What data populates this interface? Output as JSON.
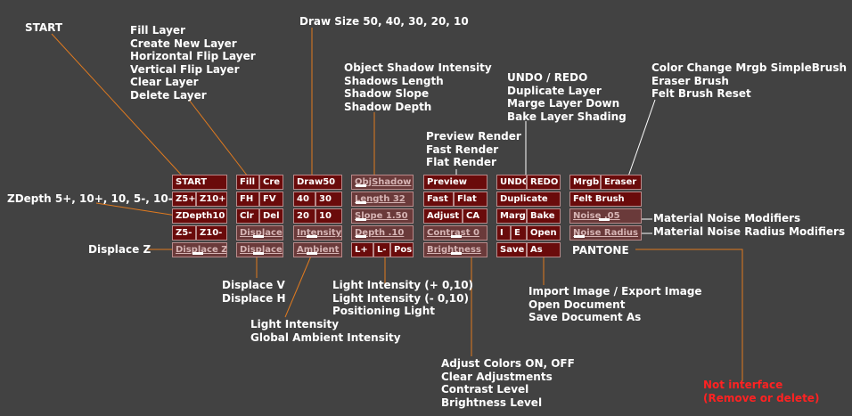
{
  "annotations": {
    "start": "START",
    "layers": [
      "Fill Layer",
      "Create New Layer",
      "Horizontal Flip Layer",
      "Vertical Flip Layer",
      "Clear Layer",
      "Delete Layer"
    ],
    "draw_size": "Draw Size 50, 40, 30, 20, 10",
    "shadow": [
      "Object Shadow Intensity",
      "Shadows Length",
      "Shadow Slope",
      "Shadow Depth"
    ],
    "undo": [
      "UNDO / REDO",
      "Duplicate Layer",
      "Marge Layer Down",
      "Bake Layer Shading"
    ],
    "color": [
      "Color Change Mrgb SimpleBrush",
      "Eraser Brush",
      "Felt Brush Reset"
    ],
    "render": [
      "Preview Render",
      "Fast Render",
      "Flat Render"
    ],
    "zdepth": "ZDepth 5+, 10+, 10, 5-, 10-",
    "displace_z": "Displace Z",
    "noise": [
      "Material Noise Modifiers",
      "Material Noise Radius Modifiers"
    ],
    "displace_vh": [
      "Displace V",
      "Displace H"
    ],
    "light_int": [
      "Light Intensity (+ 0,10)",
      "Light Intensity (- 0,10)",
      "Positioning Light"
    ],
    "ambient": [
      "Light Intensity",
      "Global Ambient Intensity"
    ],
    "import": [
      "Import Image / Export Image",
      "Open Document",
      "Save Document As"
    ],
    "adjust": [
      "Adjust Colors ON, OFF",
      "Clear Adjustments",
      "Contrast Level",
      "Brightness Level"
    ],
    "not_interface": [
      "Not interface",
      "(Remove or delete)"
    ]
  },
  "panel": {
    "start": "START",
    "z5p": "Z5+",
    "z10p": "Z10+",
    "zdepth": "ZDepth10",
    "z5m": "Z5-",
    "z10m": "Z10-",
    "displace_z": "Displace Z",
    "fill": "Fill",
    "cre": "Cre",
    "fh": "FH",
    "fv": "FV",
    "clr": "Clr",
    "del": "Del",
    "displace_v": "Displace",
    "displace_h": "Displace",
    "draw50": "Draw50",
    "d40": "40",
    "d30": "30",
    "d20": "20",
    "d10": "10",
    "intensity": "Intensity",
    "ambient": "Ambient",
    "objshadow": "ObjShadow",
    "length": "Length 32",
    "slope": "Slope 1.50",
    "depth": "Depth .10",
    "lplus": "L+",
    "lminus": "L-",
    "pos": "Pos",
    "preview": "Preview",
    "fast": "Fast",
    "flat": "Flat",
    "adjust": "Adjust",
    "ca": "CA",
    "contrast": "Contrast 0",
    "brightness": "Brightness",
    "undo": "UNDO",
    "redo": "REDO",
    "duplicate": "Duplicate",
    "marg": "Marg",
    "bake": "Bake",
    "i": "I",
    "e": "E",
    "open": "Open",
    "save": "Save",
    "as": "As",
    "mrgb": "Mrgb",
    "eraser": "Eraser",
    "felt": "Felt Brush",
    "noise": "Noise .05",
    "noise_radius": "Noise Radius",
    "pantone": "PANTONE"
  },
  "colors": {
    "background": "#424242",
    "button": "#6a0b0b",
    "border": "#b88a8a",
    "leader_white": "#ffffff",
    "leader_orange": "#e07a1f",
    "warning": "#ff2222"
  }
}
